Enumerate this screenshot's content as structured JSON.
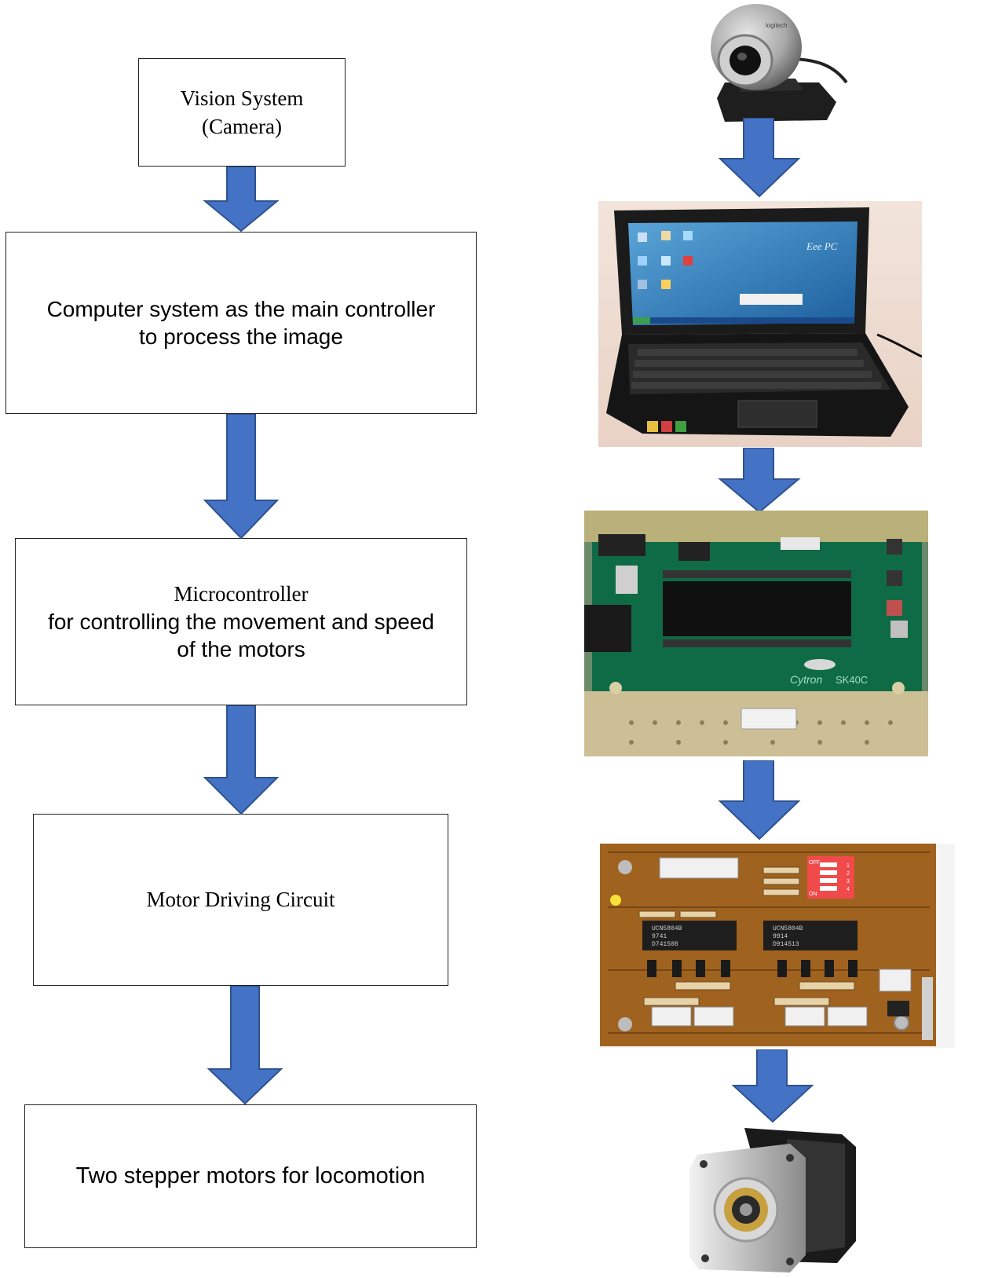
{
  "flowchart": {
    "vision": {
      "line1": "Vision System",
      "line2": "(Camera)"
    },
    "computer": {
      "line1": "Computer system as the main controller",
      "line2": "to process the image"
    },
    "micro": {
      "line1": "Microcontroller",
      "line2": "for controlling the movement and speed",
      "line3": "of the motors"
    },
    "driver": {
      "line1": "Motor Driving Circuit"
    },
    "motors": {
      "line1": "Two stepper motors for locomotion"
    }
  },
  "photos": {
    "laptop_brand": "Eee PC",
    "board_brand": "Cytron",
    "board_model": "SK40C",
    "chip1_text": [
      "UCN5804B",
      "9741",
      "D741508"
    ],
    "chip2_text": [
      "UCN5804B",
      "9914",
      "D914513"
    ],
    "dip_switch_labels": [
      "1",
      "2",
      "3",
      "4"
    ],
    "dip_on": "ON",
    "dip_off": "OFF"
  },
  "colors": {
    "arrow_fill": "#4472c4",
    "arrow_stroke": "#2f528f",
    "box_border": "#222222"
  }
}
